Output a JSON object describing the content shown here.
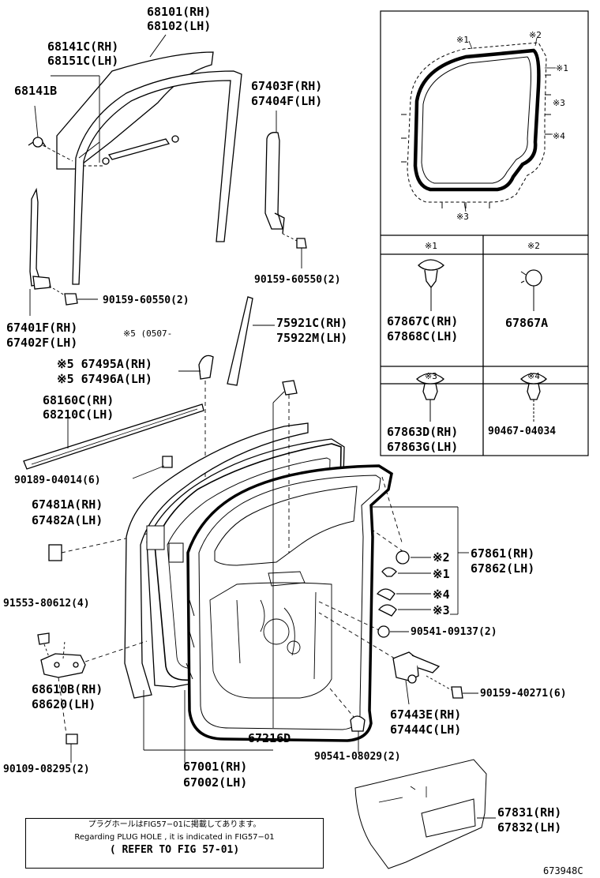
{
  "diagram_code": "673948C",
  "labels": {
    "window_glass": [
      "68101(RH)",
      "68102(LH)"
    ],
    "glass_run": [
      "68141C(RH)",
      "68151C(LH)"
    ],
    "glass_run_b": "68141B",
    "rear_channel": [
      "67403F(RH)",
      "67404F(LH)"
    ],
    "bolt_60550_a": "90159-60550(2)",
    "front_channel": [
      "67401F(RH)",
      "67402F(LH)"
    ],
    "bolt_60550_b": "90159-60550(2)",
    "note5": "※5 (0507-",
    "pillar_garnish": [
      "75921C(RH)",
      "75922M(LH)"
    ],
    "pad": [
      "※5 67495A(RH)",
      "※5 67496A(LH)"
    ],
    "weatherstrip_outer": [
      "68160C(RH)",
      "68210C(LH)"
    ],
    "clip_04014": "90189-04014(6)",
    "cushion": [
      "67481A(RH)",
      "67482A(LH)"
    ],
    "bolt_80612": "91553-80612(4)",
    "hinge": [
      "68610B(RH)",
      "68620(LH)"
    ],
    "bolt_08295": "90109-08295(2)",
    "door_panel": [
      "67001(RH)",
      "67002(LH)"
    ],
    "bracket_67216": "67216D",
    "plug_08029": "90541-08029(2)",
    "weatherstrip": [
      "67861(RH)",
      "67862(LH)"
    ],
    "plug_09137": "90541-09137(2)",
    "check": [
      "67443E(RH)",
      "67444C(LH)"
    ],
    "bolt_40271": "90159-40271(6)",
    "cover": [
      "67831(RH)",
      "67832(LH)"
    ]
  },
  "marks": {
    "m1": "※1",
    "m2": "※2",
    "m3": "※3",
    "m4": "※4"
  },
  "inset_table": {
    "cells": [
      {
        "mark": "※1",
        "parts": [
          "67867C(RH)",
          "67868C(LH)"
        ]
      },
      {
        "mark": "※2",
        "parts": [
          "67867A"
        ]
      },
      {
        "mark": "※3",
        "parts": [
          "67863D(RH)",
          "67863G(LH)"
        ]
      },
      {
        "mark": "※4",
        "parts": [
          "90467-04034"
        ]
      }
    ]
  },
  "note_box": {
    "line_jp": "プラグホールはFIG57−01に掲載してあります。",
    "line_en": "Regarding PLUG HOLE , it is indicated in FIG57−01",
    "line_ref": "( REFER TO FIG 57-01)"
  }
}
